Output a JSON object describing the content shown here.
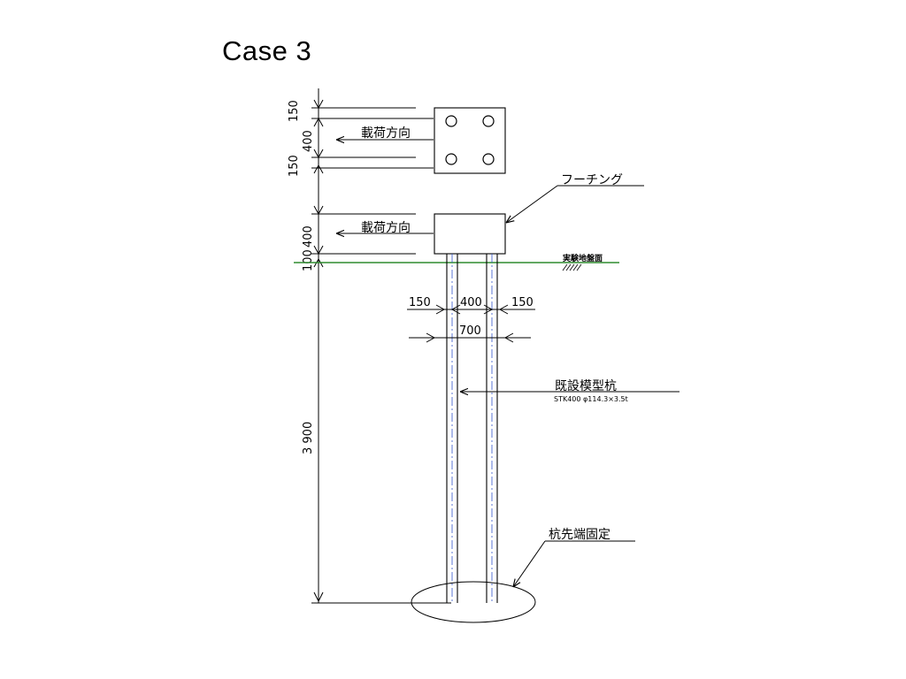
{
  "title": "Case 3",
  "labels": {
    "load_direction_plan": "載荷方向",
    "load_direction_elev": "載荷方向",
    "footing": "フーチング",
    "ground_surface": "実験地盤面",
    "pile_name": "既設模型杭",
    "pile_spec": "STK400 φ114.3×3.5t",
    "pile_tip": "杭先端固定"
  },
  "dimensions": {
    "plan_top": "150",
    "plan_mid": "400",
    "plan_bottom": "150",
    "footing_height": "400",
    "embed": "100",
    "pile_length": "3 900",
    "edge_left": "150",
    "pile_spacing": "400",
    "edge_right": "150",
    "footing_width": "700"
  },
  "colors": {
    "line": "#000000",
    "ground": "#2e8b2e",
    "pile_center": "#3355cc"
  }
}
